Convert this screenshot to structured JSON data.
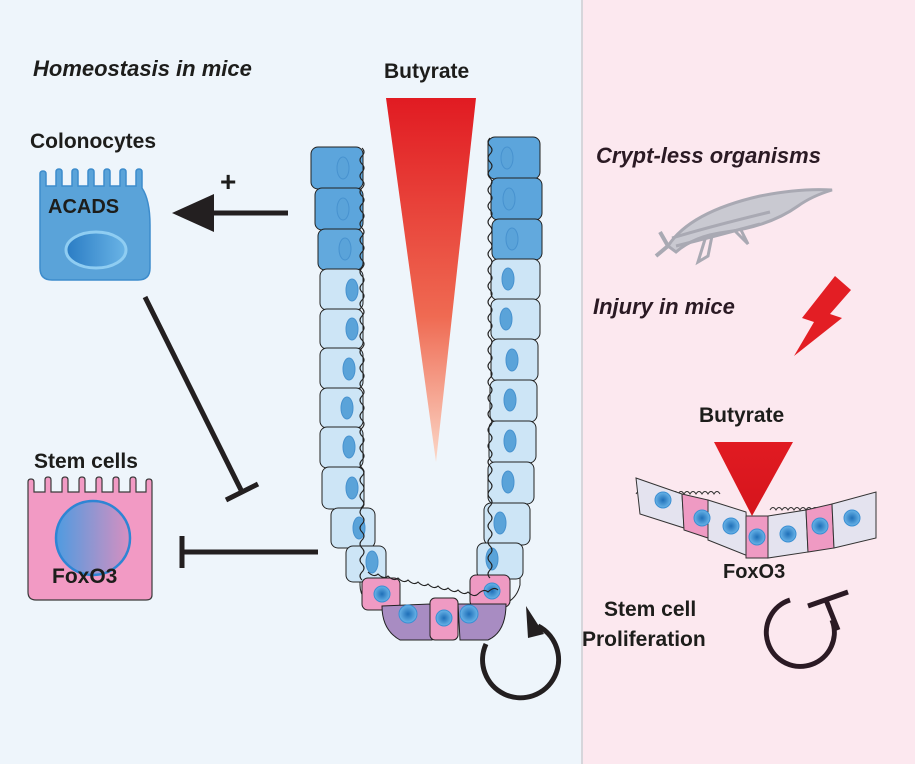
{
  "panels": {
    "left_color": "#eef5fb",
    "right_color": "#fce8ef",
    "divider_color": "#c9c9cf"
  },
  "left": {
    "heading": "Homeostasis in mice",
    "butyrate": "Butyrate",
    "colonocytes": "Colonocytes",
    "acads": "ACADS",
    "plus": "+",
    "stem_cells": "Stem cells",
    "foxo3": "FoxO3"
  },
  "right": {
    "crypt_less": "Crypt-less organisms",
    "injury": "Injury in mice",
    "butyrate": "Butyrate",
    "foxo3": "FoxO3",
    "stem_cell_proliferation": [
      "Stem cell",
      "Proliferation"
    ]
  },
  "colors": {
    "colonocyte_blue": "#5aa3d9",
    "pale_blue": "#cfe6f7",
    "stem_pink": "#ef9ac3",
    "paneth_purple": "#a88cc2",
    "butyrate_red": "#e01a22",
    "lightning_red": "#e31e24",
    "arrow_dark": "#231f20",
    "fish_gray": "#a9a9b3"
  },
  "icons": [
    "zebrafish-icon",
    "lightning-icon"
  ]
}
